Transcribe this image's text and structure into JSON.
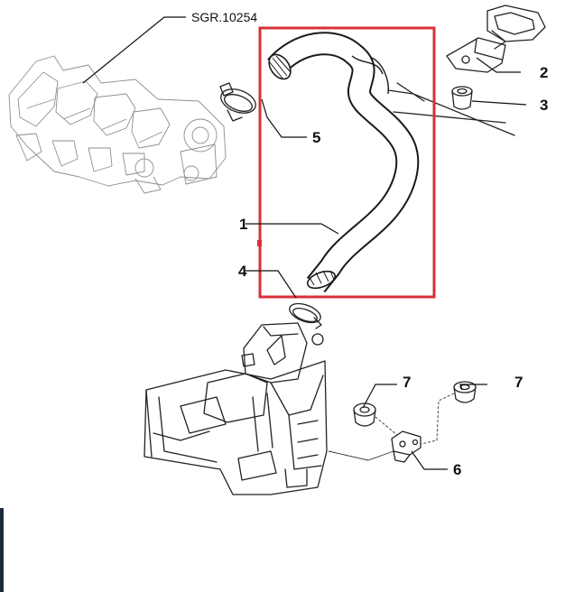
{
  "diagram": {
    "reference_label": "SGR.10254",
    "callouts": [
      {
        "id": "c1",
        "number": "1",
        "part": "hose"
      },
      {
        "id": "c2",
        "number": "2",
        "part": "bracket"
      },
      {
        "id": "c3",
        "number": "3",
        "part": "grommet"
      },
      {
        "id": "c4",
        "number": "4",
        "part": "lower-clamp"
      },
      {
        "id": "c5",
        "number": "5",
        "part": "upper-clamp"
      },
      {
        "id": "c6",
        "number": "6",
        "part": "retaining-clip"
      },
      {
        "id": "c7a",
        "number": "7",
        "part": "rubber-bush-left"
      },
      {
        "id": "c7b",
        "number": "7",
        "part": "rubber-bush-right"
      }
    ],
    "highlight_color": "#d9303a",
    "line_color": "#222222"
  }
}
